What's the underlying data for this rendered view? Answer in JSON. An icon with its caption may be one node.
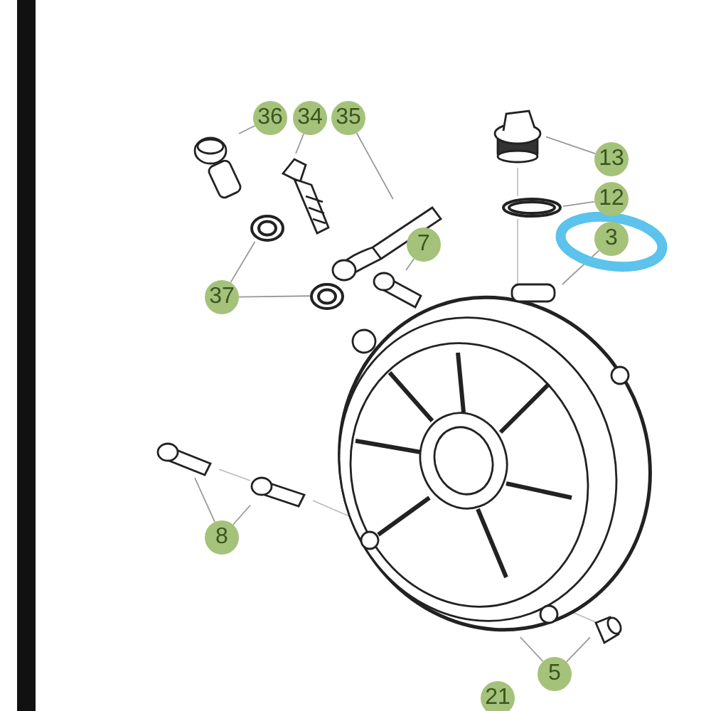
{
  "diagram": {
    "nodes": [
      {
        "text": [
          "36"
        ]
      },
      {
        "text": [
          "34"
        ]
      },
      {
        "text": [
          "35"
        ]
      },
      {
        "text": [
          "13"
        ]
      },
      {
        "text": [
          "12"
        ]
      },
      {
        "text": [
          "3"
        ]
      },
      {
        "text": [
          "7"
        ]
      },
      {
        "text": [
          "37"
        ]
      },
      {
        "text": [
          "8"
        ]
      },
      {
        "text": [
          "5"
        ]
      },
      {
        "text": [],
        "shape": "picture"
      },
      {
        "text": [],
        "shape": "picture"
      },
      {
        "text": [],
        "shape": "picture"
      },
      {
        "text": [],
        "shape": "picture"
      },
      {
        "text": [],
        "shape": "picture"
      },
      {
        "text": [],
        "shape": "picture"
      },
      {
        "text": [],
        "shape": "picture"
      },
      {
        "text": [],
        "shape": "picture"
      },
      {
        "text": [],
        "shape": "picture"
      },
      {
        "text": [],
        "shape": "picture"
      },
      {
        "text": [],
        "shape": "picture"
      },
      {
        "text": [],
        "shape": "picture"
      },
      {
        "text": [
          "21"
        ]
      }
    ],
    "edges": [
      {
        "from": 0,
        "to": 10,
        "arrow": "none"
      },
      {
        "from": 1,
        "to": 11,
        "arrow": "none"
      },
      {
        "from": 2,
        "to": 12,
        "arrow": "none"
      },
      {
        "from": 3,
        "to": 13,
        "arrow": "none"
      },
      {
        "from": 4,
        "to": 14,
        "arrow": "none"
      },
      {
        "from": 5,
        "to": 15,
        "arrow": "none"
      },
      {
        "from": 6,
        "to": 16,
        "arrow": "none"
      },
      {
        "from": 7,
        "to": 17,
        "arrow": "none"
      },
      {
        "from": 7,
        "to": 18,
        "arrow": "none"
      },
      {
        "from": 8,
        "to": 19,
        "arrow": "none"
      },
      {
        "from": 8,
        "to": 20,
        "arrow": "none"
      },
      {
        "from": 9,
        "to": 21,
        "arrow": "none"
      },
      {
        "from": 9,
        "to": 15,
        "arrow": "none"
      }
    ]
  }
}
